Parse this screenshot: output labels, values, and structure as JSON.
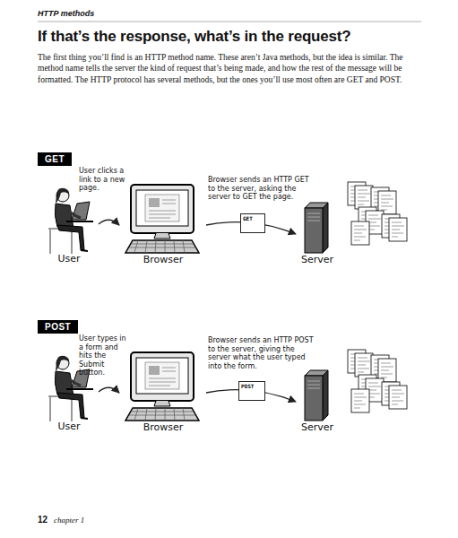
{
  "diagram": {
    "title": "If that’s the response, what’s in the request?",
    "nodes": [
      {
        "text": [
          "GET"
        ]
      },
      {
        "text": [
          "User"
        ]
      },
      {
        "text": [
          "Browser"
        ]
      },
      {
        "text": [
          "GET"
        ]
      },
      {
        "text": [
          "Server"
        ]
      },
      {
        "text": [
          "POST"
        ]
      },
      {
        "text": [
          "User"
        ]
      },
      {
        "text": [
          "Browser"
        ]
      },
      {
        "text": [
          "POST"
        ]
      },
      {
        "text": [
          "Server"
        ]
      }
    ],
    "edges": [
      {
        "from": 1,
        "to": 2,
        "arrow": "to"
      },
      {
        "from": 2,
        "to": 4,
        "arrow": "to"
      },
      {
        "from": 6,
        "to": 7,
        "arrow": "to"
      },
      {
        "from": 7,
        "to": 9,
        "arrow": "to"
      }
    ],
    "labels": [
      "HTTP methods",
      "The first thing you’ll find is an HTTP method name. These aren’t Java methods, but the idea is similar. The method name tells the server the kind of request that’s being made, and how the rest of the message will be formatted. The HTTP protocol has several methods, but the ones you’ll use most often are GET and POST.",
      "User clicks a link to a new page.",
      "Browser sends an HTTP GET to the server, asking the server to GET the page.",
      "User types in a form and hits the Submit button.",
      "Browser sends an HTTP POST to the server, giving the server what the user typed into the form.",
      "12",
      "chapter 1"
    ]
  }
}
